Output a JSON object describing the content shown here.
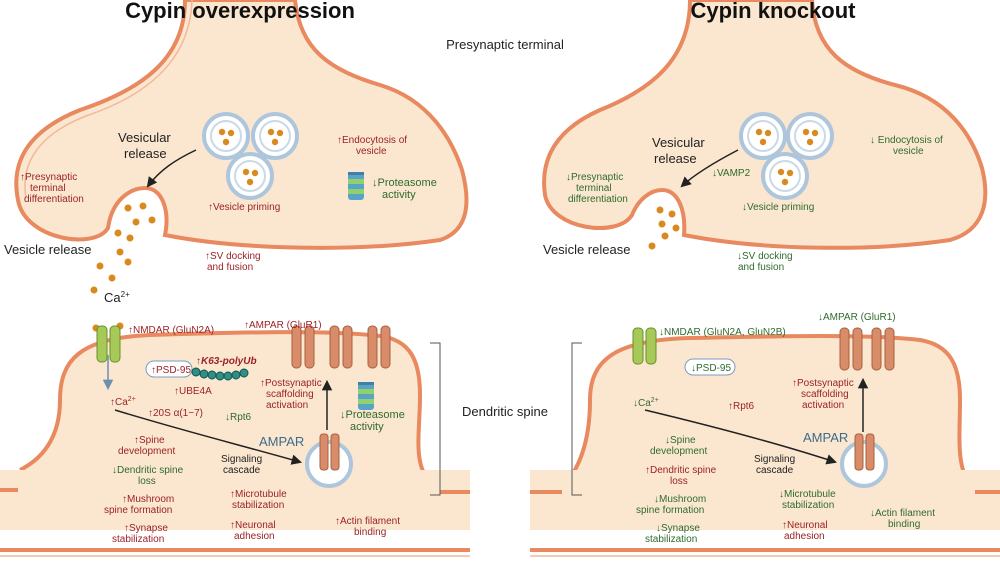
{
  "titles": {
    "left": "Cypin overexpression",
    "right": "Cypin knockout"
  },
  "regions": {
    "presynaptic": "Presynaptic terminal",
    "spine": "Dendritic spine"
  },
  "left": {
    "vesicular_release_1": "Vesicular",
    "vesicular_release_2": "release",
    "presyn_diff_1": "↑Presynaptic",
    "presyn_diff_2": "terminal",
    "presyn_diff_3": "differentiation",
    "vesicle_priming": "↑Vesicle priming",
    "endocytosis_1": "↑Endocytosis of",
    "endocytosis_2": "vesicle",
    "proteasome_pre_1": "↓Proteasome",
    "proteasome_pre_2": "activity",
    "vesicle_release": "Vesicle release",
    "sv_docking_1": "↑SV docking",
    "sv_docking_2": "and fusion",
    "ca": "Ca",
    "ca_sup": "2+",
    "nmdar": "↑NMDAR (GluN2A)",
    "ampar_glur1": "↑AMPAR (GluR1)",
    "psd95": "↑PSD-95",
    "k63": "↑K63-polyUb",
    "ube4a": "↑UBE4A",
    "ca_in": "↑Ca",
    "ca_in_sup": "2+",
    "s20": "↑20S α(1−7)",
    "rpt6": "↓Rpt6",
    "postsyn_1": "↑Postsynaptic",
    "postsyn_2": "scaffolding",
    "postsyn_3": "activation",
    "proteasome_post_1": "↓Proteasome",
    "proteasome_post_2": "activity",
    "ampar": "AMPAR",
    "spine_dev_1": "↑Spine",
    "spine_dev_2": "development",
    "spine_loss_1": "↓Dendritic spine",
    "spine_loss_2": "loss",
    "signaling_1": "Signaling",
    "signaling_2": "cascade",
    "mushroom_1": "↑Mushroom",
    "mushroom_2": "spine formation",
    "microtubule_1": "↑Microtubule",
    "microtubule_2": "stabilization",
    "synapse_1": "↑Synapse",
    "synapse_2": "stabilization",
    "neuronal_1": "↑Neuronal",
    "neuronal_2": "adhesion",
    "actin_1": "↑Actin filament",
    "actin_2": "binding"
  },
  "right": {
    "vesicular_release_1": "Vesicular",
    "vesicular_release_2": "release",
    "vamp2": "↓VAMP2",
    "presyn_diff_1": "↓Presynaptic",
    "presyn_diff_2": "terminal",
    "presyn_diff_3": "differentiation",
    "vesicle_priming": "↓Vesicle priming",
    "endocytosis_1": "↓ Endocytosis of",
    "endocytosis_2": "vesicle",
    "vesicle_release": "Vesicle release",
    "sv_docking_1": "↓SV docking",
    "sv_docking_2": "and fusion",
    "nmdar": "↓NMDAR (GluN2A, GluN2B)",
    "ampar_glur1": "↓AMPAR (GluR1)",
    "psd95": "↓PSD-95",
    "ca_in": "↓Ca",
    "ca_in_sup": "2+",
    "rpt6": "↑Rpt6",
    "postsyn_1": "↑Postsynaptic",
    "postsyn_2": "scaffolding",
    "postsyn_3": "activation",
    "ampar": "AMPAR",
    "spine_dev_1": "↓Spine",
    "spine_dev_2": "development",
    "spine_loss_1": "↑Dendritic spine",
    "spine_loss_2": "loss",
    "signaling_1": "Signaling",
    "signaling_2": "cascade",
    "mushroom_1": "↓Mushroom",
    "mushroom_2": "spine formation",
    "microtubule_1": "↓Microtubule",
    "microtubule_2": "stabilization",
    "synapse_1": "↓Synapse",
    "synapse_2": "stabilization",
    "neuronal_1": "↑Neuronal",
    "neuronal_2": "adhesion",
    "actin_1": "↓Actin filament",
    "actin_2": "binding"
  },
  "colors": {
    "cell_fill": "#fbe7cf",
    "membrane": "#e8895f",
    "increase": "#9b2226",
    "decrease": "#2f6b2f",
    "vesicle_dot": "#d98a1e",
    "receptor_green": "#a7c957",
    "receptor_orange": "#d98c6a",
    "ampar_label": "#3e6b8a"
  }
}
